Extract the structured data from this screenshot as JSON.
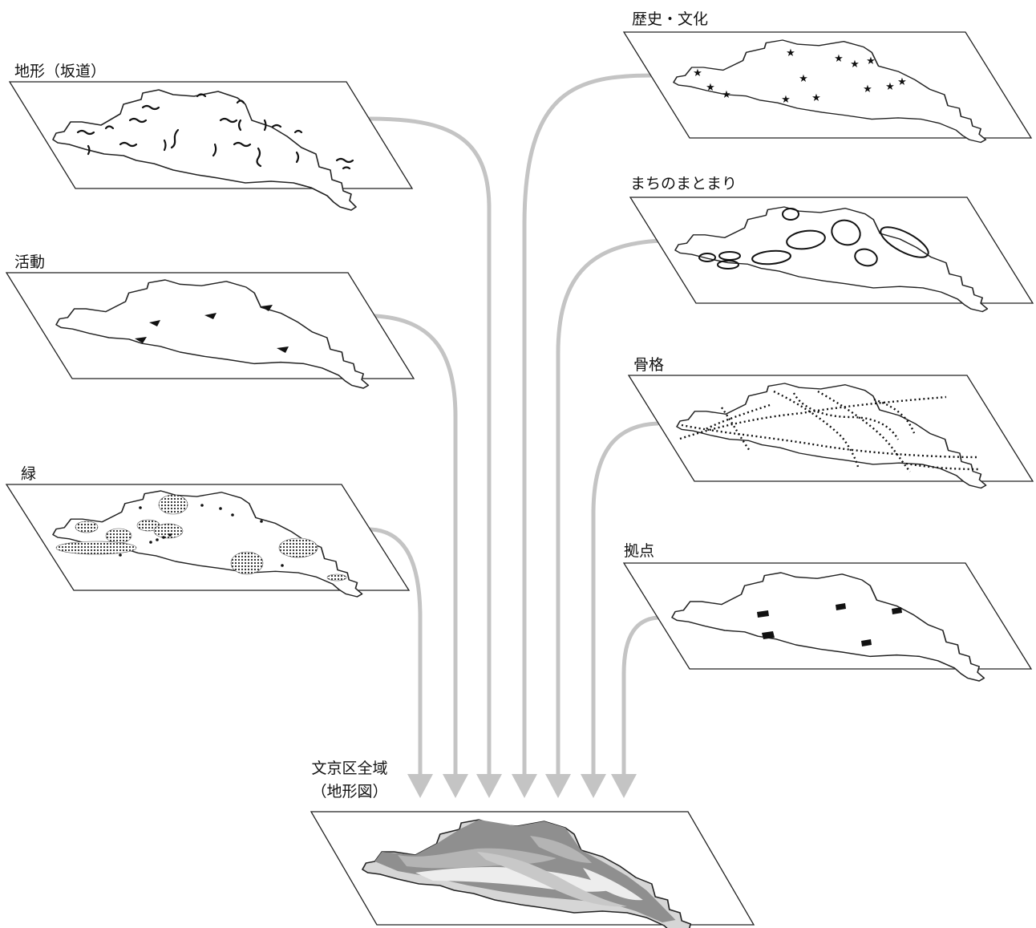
{
  "layers_left": [
    {
      "id": "topography",
      "label": "地形（坂道）",
      "symbol": "slope-squiggles-icon"
    },
    {
      "id": "activity",
      "label": "活動",
      "symbol": "triangle-markers-icon"
    },
    {
      "id": "greenery",
      "label": "緑",
      "symbol": "dotted-hatch-icon"
    }
  ],
  "layers_right": [
    {
      "id": "history",
      "label": "歴史・文化",
      "symbol": "star-markers-icon"
    },
    {
      "id": "neighborhoods",
      "label": "まちのまとまり",
      "symbol": "ellipse-outlines-icon"
    },
    {
      "id": "framework",
      "label": "骨格",
      "symbol": "dotted-lines-icon"
    },
    {
      "id": "hubs",
      "label": "拠点",
      "symbol": "square-markers-icon"
    }
  ],
  "base": {
    "label_line1": "文京区全域",
    "label_line2": "（地形図）",
    "symbol": "elevation-shading-icon"
  },
  "colors": {
    "arrow": "#c4c4c4",
    "outline": "#222222",
    "terrain_low": "#d6d6d6",
    "terrain_mid": "#b4b4b4",
    "terrain_high": "#8f8f8f",
    "terrain_valley": "#ededed"
  }
}
